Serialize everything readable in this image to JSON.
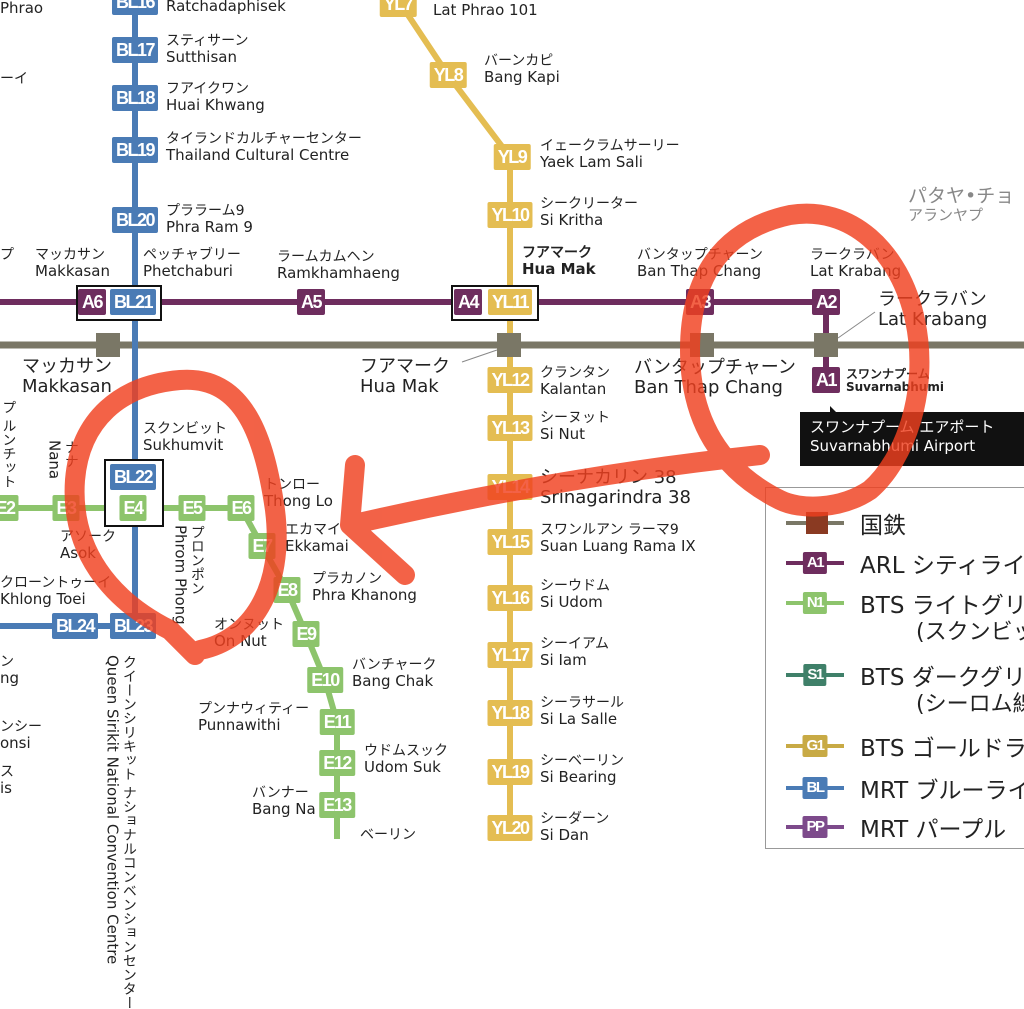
{
  "colors": {
    "blue": "#4a7bb5",
    "yellow": "#e4bd52",
    "green": "#8dc46c",
    "purple": "#6e2d5e",
    "rail": "#7a7766",
    "annotation": "#f0401f"
  },
  "badges": [
    {
      "text": "BL16",
      "line": "blue"
    },
    {
      "text": "BL17",
      "line": "blue"
    },
    {
      "text": "BL18",
      "line": "blue"
    },
    {
      "text": "BL19",
      "line": "blue"
    },
    {
      "text": "BL20",
      "line": "blue"
    },
    {
      "text": "A6",
      "line": "purple"
    },
    {
      "text": "BL21",
      "line": "blue"
    },
    {
      "text": "A5",
      "line": "purple"
    },
    {
      "text": "A4",
      "line": "purple"
    },
    {
      "text": "YL11",
      "line": "yellow"
    },
    {
      "text": "A3",
      "line": "purple"
    },
    {
      "text": "A2",
      "line": "purple"
    },
    {
      "text": "A1",
      "line": "purple"
    },
    {
      "text": "BL22",
      "line": "blue"
    },
    {
      "text": "E4",
      "line": "green"
    },
    {
      "text": "E3",
      "line": "green"
    },
    {
      "text": "E2",
      "line": "green"
    },
    {
      "text": "E5",
      "line": "green"
    },
    {
      "text": "E6",
      "line": "green"
    },
    {
      "text": "E7",
      "line": "green"
    },
    {
      "text": "E8",
      "line": "green"
    },
    {
      "text": "E9",
      "line": "green"
    },
    {
      "text": "E10",
      "line": "green"
    },
    {
      "text": "E11",
      "line": "green"
    },
    {
      "text": "E12",
      "line": "green"
    },
    {
      "text": "E13",
      "line": "green"
    },
    {
      "text": "BL23",
      "line": "blue"
    },
    {
      "text": "BL24",
      "line": "blue"
    },
    {
      "text": "YL7",
      "line": "yellow"
    },
    {
      "text": "YL8",
      "line": "yellow"
    },
    {
      "text": "YL9",
      "line": "yellow"
    },
    {
      "text": "YL10",
      "line": "yellow"
    },
    {
      "text": "YL12",
      "line": "yellow"
    },
    {
      "text": "YL13",
      "line": "yellow"
    },
    {
      "text": "YL14",
      "line": "yellow"
    },
    {
      "text": "YL15",
      "line": "yellow"
    },
    {
      "text": "YL16",
      "line": "yellow"
    },
    {
      "text": "YL17",
      "line": "yellow"
    },
    {
      "text": "YL18",
      "line": "yellow"
    },
    {
      "text": "YL19",
      "line": "yellow"
    },
    {
      "text": "YL20",
      "line": "yellow"
    }
  ],
  "labels": [
    {
      "ja": "",
      "en": "Phrao"
    },
    {
      "ja": "",
      "en": "Ratchadaphisek"
    },
    {
      "ja": "スティサーン",
      "en": "Sutthisan"
    },
    {
      "ja": "フアイクワン",
      "en": "Huai Khwang"
    },
    {
      "ja": "タイランドカルチャーセンター",
      "en": "Thailand Cultural Centre"
    },
    {
      "ja": "プララーム9",
      "en": "Phra Ram 9"
    },
    {
      "ja": "マッカサン",
      "en": "Makkasan"
    },
    {
      "ja": "ペッチャブリー",
      "en": "Phetchaburi"
    },
    {
      "ja": "ラームカムヘン",
      "en": "Ramkhamhaeng"
    },
    {
      "ja": "フアマーク",
      "en": "Hua Mak"
    },
    {
      "ja": "バンタップチャーン",
      "en": "Ban Thap Chang"
    },
    {
      "ja": "ラークラバン",
      "en": "Lat Krabang"
    },
    {
      "ja": "ラークラバン",
      "en": "Lat Krabang"
    },
    {
      "ja": "マッカサン",
      "en": "Makkasan"
    },
    {
      "ja": "フアマーク",
      "en": "Hua Mak"
    },
    {
      "ja": "バンタップチャーン",
      "en": "Ban Thap Chang"
    },
    {
      "ja": "スワンナプーム",
      "en": "Suvarnabhumi"
    },
    {
      "ja": "",
      "en": "Lat Phrao 101"
    },
    {
      "ja": "バーンカピ",
      "en": "Bang Kapi"
    },
    {
      "ja": "イェークラムサーリー",
      "en": "Yaek Lam Sali"
    },
    {
      "ja": "シークリーター",
      "en": "Si Kritha"
    },
    {
      "ja": "クランタン",
      "en": "Kalantan"
    },
    {
      "ja": "シーヌット",
      "en": "Si Nut"
    },
    {
      "ja": "シーナカリン 38",
      "en": "Srinagarindra 38"
    },
    {
      "ja": "スワンルアン ラーマ9",
      "en": "Suan Luang Rama IX"
    },
    {
      "ja": "シーウドム",
      "en": "Si Udom"
    },
    {
      "ja": "シーイアム",
      "en": "Si Iam"
    },
    {
      "ja": "シーラサール",
      "en": "Si La Salle"
    },
    {
      "ja": "シーベーリン",
      "en": "Si Bearing"
    },
    {
      "ja": "シーダーン",
      "en": "Si Dan"
    },
    {
      "ja": "スクンビット",
      "en": "Sukhumvit"
    },
    {
      "ja": "トンロー",
      "en": "Thong Lo"
    },
    {
      "ja": "エカマイ",
      "en": "Ekkamai"
    },
    {
      "ja": "プラカノン",
      "en": "Phra Khanong"
    },
    {
      "ja": "オンヌット",
      "en": "On Nut"
    },
    {
      "ja": "バンチャーク",
      "en": "Bang Chak"
    },
    {
      "ja": "プンナウィティー",
      "en": "Punnawithi"
    },
    {
      "ja": "ウドムスック",
      "en": "Udom Suk"
    },
    {
      "ja": "バンナー",
      "en": "Bang Na"
    },
    {
      "ja": "ベーリン",
      "en": ""
    },
    {
      "ja": "アソーク",
      "en": "Asok"
    },
    {
      "ja": "クローントゥーイ",
      "en": "Khlong Toei"
    },
    {
      "ja": "ナナ",
      "en": "Nana"
    },
    {
      "ja": "プロンポン",
      "en": "Phrom Phong"
    },
    {
      "ja": "クイーンシリキット ナショナルコンベンションセンター",
      "en": "Queen Sirikit National Convention Centre"
    },
    {
      "ja": "パタヤ•チョ",
      "en": "アランヤプ"
    },
    {
      "ja": "ーイ",
      "en": ""
    },
    {
      "ja": "プ",
      "en": ""
    },
    {
      "ja": "プ ルンチット",
      "en": ""
    },
    {
      "ja": "ン",
      "en": "ng"
    },
    {
      "ja": "ンシー",
      "en": "onsi"
    },
    {
      "ja": "ス",
      "en": "is"
    }
  ],
  "airport_callout": {
    "ja": "スワンナプーム エアポート",
    "en": "Suvarnabhumi Airport"
  },
  "legend": {
    "items": [
      {
        "code": "",
        "color": "rail",
        "label": "国鉄",
        "sub": ""
      },
      {
        "code": "A1",
        "color": "purple",
        "label": "ARL シティライ",
        "sub": ""
      },
      {
        "code": "N1",
        "color": "green",
        "label": "BTS ライトグリー",
        "sub": "(スクンビッ"
      },
      {
        "code": "S1",
        "color": "dkgreen",
        "label": "BTS ダークグリ",
        "sub": "(シーロム線"
      },
      {
        "code": "G1",
        "color": "gold",
        "label": "BTS ゴールドラ",
        "sub": ""
      },
      {
        "code": "BL",
        "color": "blue",
        "label": "MRT ブルーライ",
        "sub": ""
      },
      {
        "code": "PP",
        "color": "pp",
        "label": "MRT パープル",
        "sub": ""
      }
    ]
  }
}
